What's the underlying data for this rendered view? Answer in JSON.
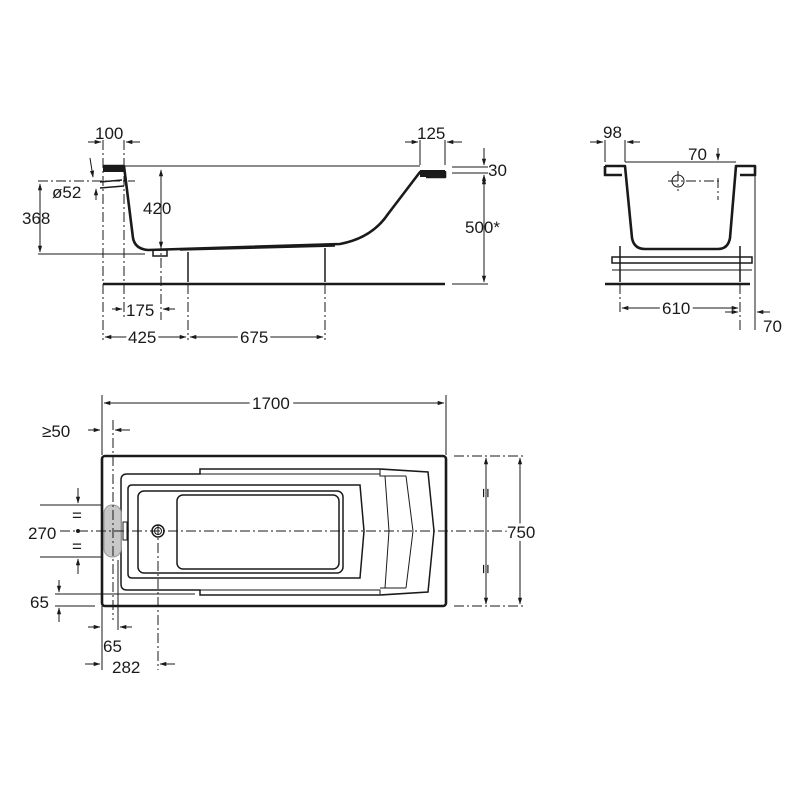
{
  "side_view": {
    "rim_left": "100",
    "rim_right": "125",
    "rim_thickness": "30",
    "overflow_diameter": "ø52",
    "inner_depth": "420",
    "overflow_height": "368",
    "total_height": "500*",
    "drain_offset": "175",
    "leg_offset": "425",
    "leg_spacing": "675"
  },
  "end_view": {
    "rim_width": "98",
    "overflow_offset": "70",
    "leg_span": "610",
    "leg_overhang": "70"
  },
  "plan_view": {
    "length": "1700",
    "wall_clearance": "≥50",
    "handle_length": "270",
    "width": "750",
    "rim_offset_side": "65",
    "rim_offset_end": "65",
    "drain_position": "282",
    "equal_mark": "="
  },
  "colors": {
    "line": "#1a1a1a",
    "handle_fill": "#c8c8c8"
  }
}
